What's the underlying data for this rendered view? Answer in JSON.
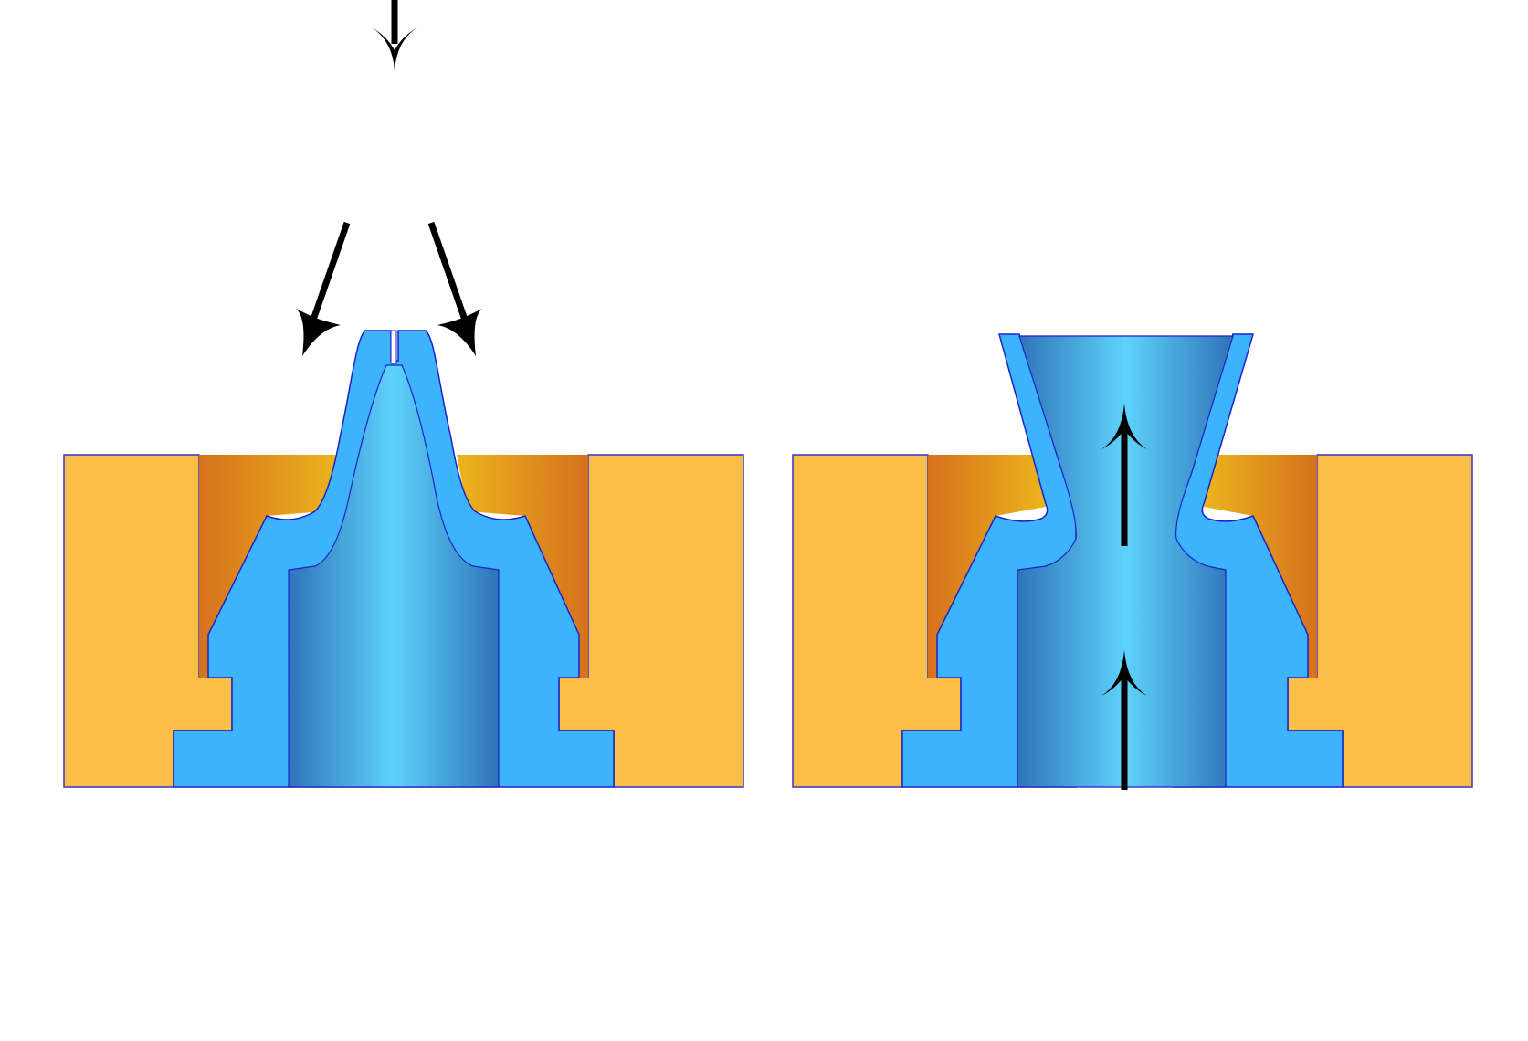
{
  "diagram": {
    "panels": [
      {
        "name": "closed-valve",
        "state": "closed",
        "flow_direction": "down"
      },
      {
        "name": "open-valve",
        "state": "open",
        "flow_direction": "up"
      }
    ],
    "colors": {
      "housing": "#fcbe47",
      "housing_outline": "#3530d0",
      "chamber_dark": "#d6711d",
      "chamber_light": "#ecb51c",
      "valve_body": "#3cb3fc",
      "valve_outline": "#1d22c8",
      "bore_dark": "#2f73b8",
      "bore_light": "#5dd3fc",
      "arrow": "#000000"
    }
  }
}
